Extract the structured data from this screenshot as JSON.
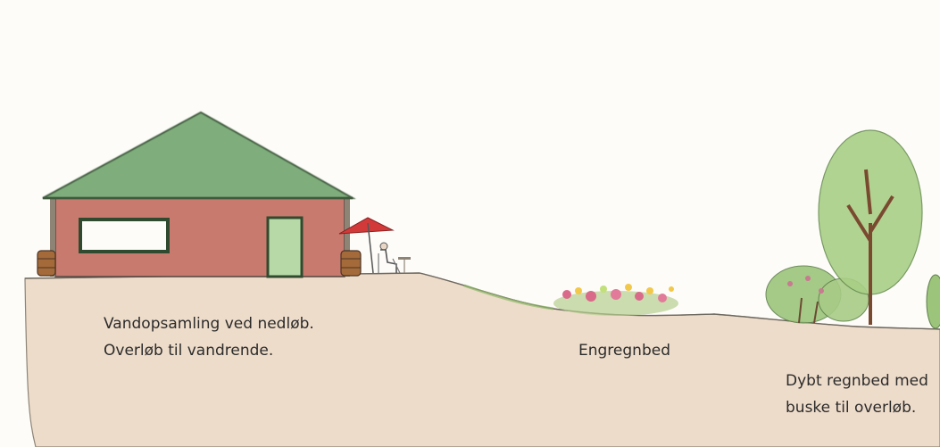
{
  "labels": {
    "collection": {
      "line1": "Vandopsamling ved nedløb.",
      "line2": "Overløb til vandrende."
    },
    "meadow": "Engregnbed",
    "deep": {
      "line1": "Dybt regnbed med",
      "line2": "buske til overløb."
    }
  },
  "colors": {
    "ground": "#eedcca",
    "roof": "#7fae7c",
    "wall": "#c97a6e",
    "parasol": "#d23a3a",
    "foliage": "#9cc47a",
    "flowers": "#d96a8a"
  }
}
